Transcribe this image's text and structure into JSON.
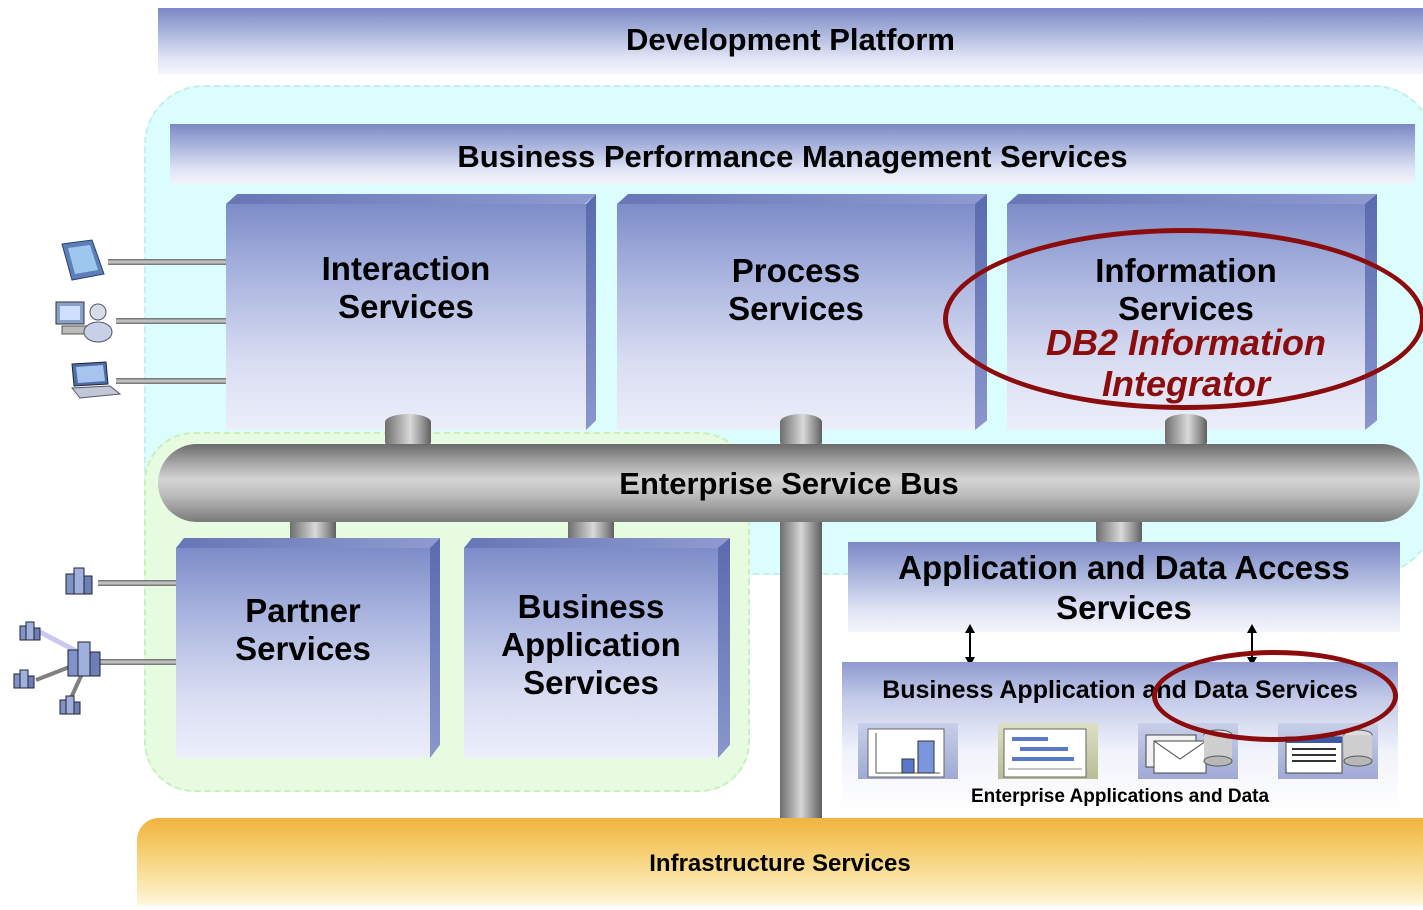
{
  "diagram": {
    "development_platform": "Development Platform",
    "bpm_services": "Business Performance Management Services",
    "interaction_services": "Interaction Services",
    "process_services": "Process Services",
    "information_services": "Information Services",
    "db2_product": "DB2 Information Integrator",
    "esb": "Enterprise Service Bus",
    "partner_services": "Partner Services",
    "business_application_services": "Business Application Services",
    "app_data_access_services": "Application and Data Access Services",
    "business_app_data_services": "Business Application and Data Services",
    "enterprise_apps_data": "Enterprise Applications and Data",
    "infrastructure_services": "Infrastructure Services"
  },
  "colors": {
    "highlight_ellipse": "#8b0c0c",
    "cyan_region": "#dcfdfd",
    "green_region": "#e6fbe0",
    "infrastructure": "#f5c35a",
    "service_box": "#8f9ad0"
  },
  "icons": [
    "pda-icon",
    "user-workstation-icon",
    "laptop-icon",
    "building-icon",
    "partner-network-icon",
    "bar-chart-icon",
    "gantt-chart-icon",
    "mail-database-icon",
    "form-database-icon"
  ]
}
